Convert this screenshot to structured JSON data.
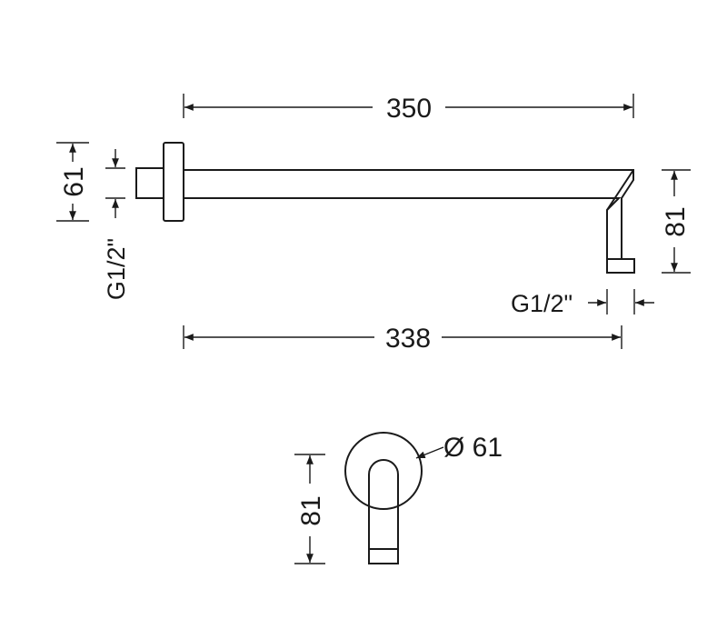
{
  "dimensions": {
    "overall_length": "350",
    "reach_length": "338",
    "flange_height": "61",
    "inlet_thread": "G1/2\"",
    "drop_height_side": "81",
    "outlet_thread": "G1/2\"",
    "flange_diameter": "Ø 61",
    "drop_height_front": "81"
  }
}
